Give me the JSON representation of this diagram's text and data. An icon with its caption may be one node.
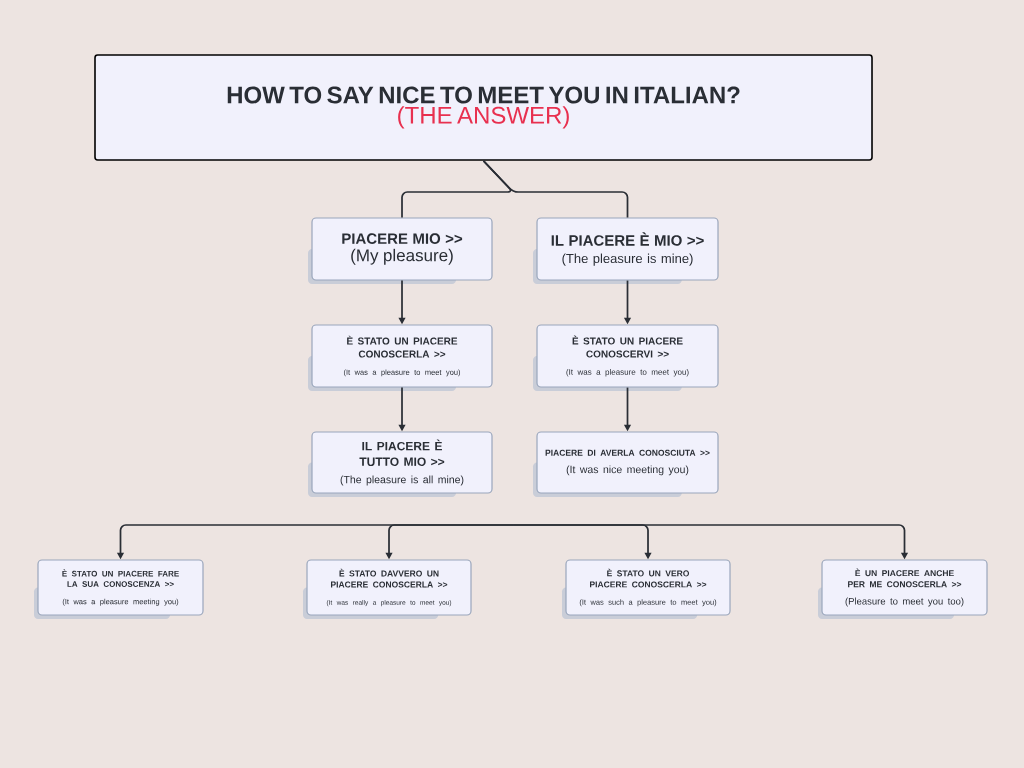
{
  "diagram": {
    "nodes": [
      {
        "text": [
          "HOW TO SAY NICE TO MEET YOU IN ITALIAN?",
          "(THE ANSWER)"
        ]
      },
      {
        "text": [
          "PIACERE MIO >>",
          "(My pleasure)"
        ]
      },
      {
        "text": [
          "IL PIACERE È MIO >>",
          "(The pleasure is mine)"
        ]
      },
      {
        "text": [
          "È STATO UN PIACERE CONOSCERLA >>",
          "(It was a pleasure to meet you)"
        ]
      },
      {
        "text": [
          "È STATO UN PIACERE CONOSCERVI >>",
          "(It was a pleasure to meet you)"
        ]
      },
      {
        "text": [
          "IL PIACERE È TUTTO MIO >>",
          "(The pleasure is all mine)"
        ]
      },
      {
        "text": [
          "PIACERE DI AVERLA CONOSCIUTA >>",
          "(It was nice meeting you)"
        ]
      },
      {
        "text": [
          "È STATO UN PIACERE FARE LA SUA CONOSCENZA >>",
          "(It was a pleasure meeting you)"
        ]
      },
      {
        "text": [
          "È STATO DAVVERO UN PIACERE CONOSCERLA >>",
          "(It was really a pleasure to meet you)"
        ]
      },
      {
        "text": [
          "È STATO UN VERO PIACERE CONOSCERLA >>",
          "(It was such a pleasure to meet you)"
        ]
      },
      {
        "text": [
          "È UN PIACERE ANCHE PER ME CONOSCERLA >>",
          "(Pleasure to meet you too)"
        ]
      }
    ],
    "edges": [
      {
        "from": 0,
        "to": 1,
        "arrow": "none"
      },
      {
        "from": 0,
        "to": 2,
        "arrow": "none"
      },
      {
        "from": 1,
        "to": 3,
        "arrow": "to"
      },
      {
        "from": 3,
        "to": 5,
        "arrow": "to"
      },
      {
        "from": 2,
        "to": 4,
        "arrow": "to"
      },
      {
        "from": 4,
        "to": 6,
        "arrow": "to"
      },
      {
        "from": null,
        "to": 7,
        "arrow": "to"
      },
      {
        "from": null,
        "to": 8,
        "arrow": "to"
      },
      {
        "from": null,
        "to": 9,
        "arrow": "to"
      },
      {
        "from": null,
        "to": 10,
        "arrow": "to"
      }
    ]
  }
}
